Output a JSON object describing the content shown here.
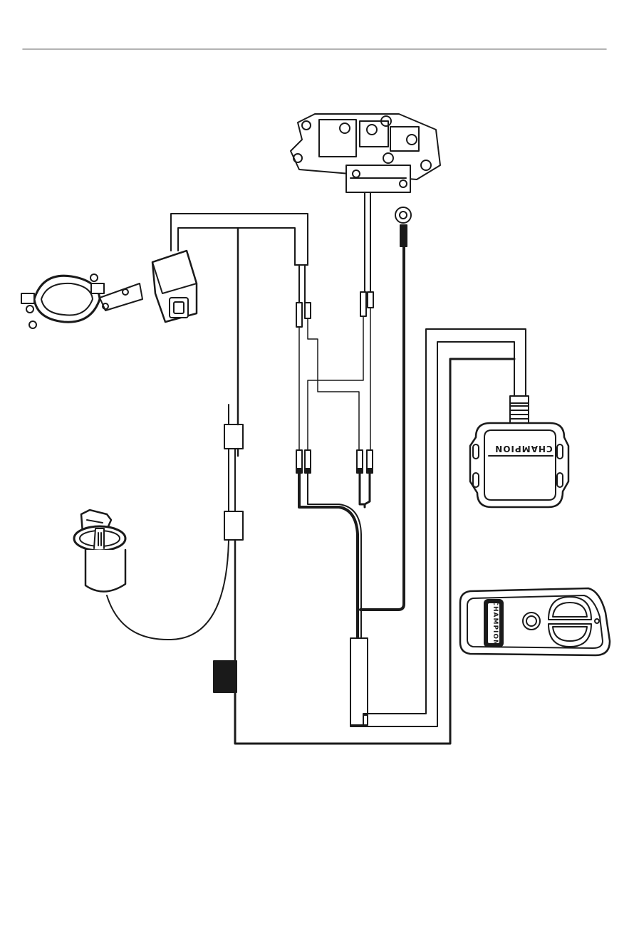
{
  "diagram": {
    "brand_text": "CHAMPION",
    "colors": {
      "line": "#1a1a1a",
      "rule": "#9a9a9a",
      "fill": "#ffffff",
      "dark": "#1a1a1a"
    },
    "components": [
      {
        "id": "contactor-solenoid",
        "icon": "solenoid-contactor-icon"
      },
      {
        "id": "handlebar-rocker-switch",
        "icon": "rocker-switch-icon"
      },
      {
        "id": "ring-terminal",
        "icon": "ring-terminal-icon"
      },
      {
        "id": "wireless-receiver",
        "icon": "receiver-module-icon"
      },
      {
        "id": "key-switch",
        "icon": "key-switch-icon"
      },
      {
        "id": "wireless-remote",
        "icon": "remote-fob-icon"
      },
      {
        "id": "inline-fuse-holders",
        "icon": "fuse-holder-icon"
      }
    ]
  }
}
